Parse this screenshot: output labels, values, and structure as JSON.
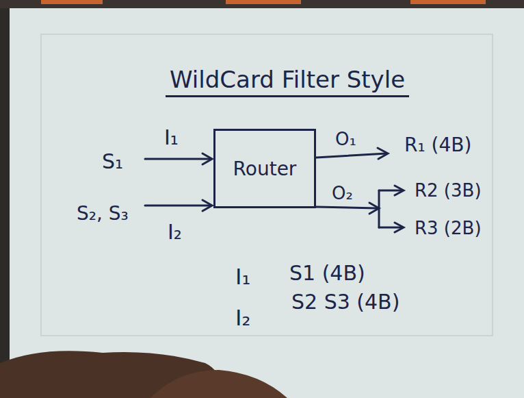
{
  "diagram": {
    "title": "WildCard Filter Style",
    "nodes": [
      {
        "text": [
          "Router"
        ]
      }
    ],
    "labels": [
      "S₁",
      "I₁",
      "S₂, S₃",
      "I₂",
      "O₁",
      "R₁ (4B)",
      "O₂",
      "R2 (3B)",
      "R3 (2B)",
      "I₁",
      "S1 (4B)",
      "I₂",
      "S2 S3 (4B)"
    ]
  }
}
